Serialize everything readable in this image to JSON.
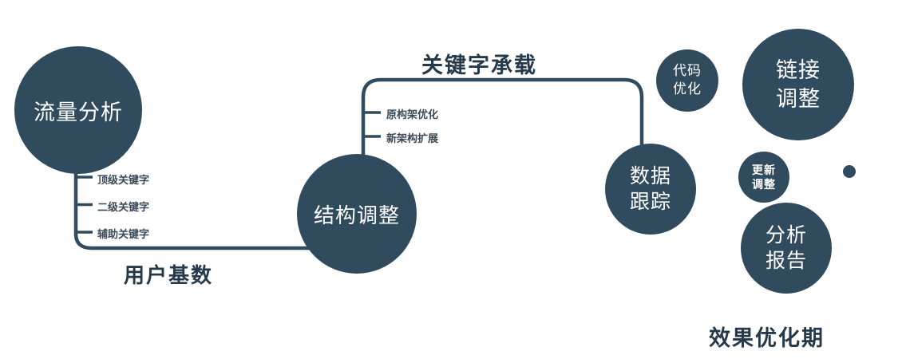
{
  "colors": {
    "node_fill": "#304a5e",
    "line": "#304a5e",
    "dark_text": "#26394a",
    "white_text": "#ffffff"
  },
  "nodes": {
    "traffic_analysis": {
      "label": "流量分析"
    },
    "structure_adjustment": {
      "label": "结构调整"
    },
    "data_tracking": {
      "line1": "数据",
      "line2": "跟踪"
    },
    "code_optimization": {
      "line1": "代码",
      "line2": "优化"
    },
    "link_adjustment": {
      "line1": "链接",
      "line2": "调整"
    },
    "update_adjustment": {
      "line1": "更新",
      "line2": "调整"
    },
    "analysis_report": {
      "line1": "分析",
      "line2": "报告"
    }
  },
  "edge_labels": {
    "user_base": "用户基数",
    "keyword_carry": "关键字承载"
  },
  "branch_labels": {
    "traffic": [
      "顶级关键字",
      "二级关键字",
      "辅助关键字"
    ],
    "structure": [
      "原构架优化",
      "新架构扩展"
    ]
  },
  "footer": {
    "phase": "效果优化期"
  }
}
